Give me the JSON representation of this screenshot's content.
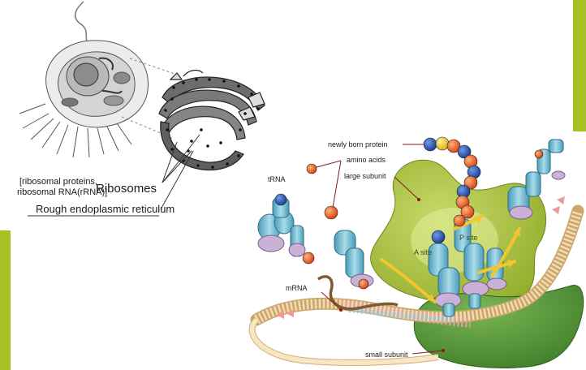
{
  "cell_labels": {
    "ribosome_components_line1": "[ribosomal proteins,",
    "ribosome_components_line2": "ribosomal RNA(rRNA)]",
    "ribosomes": "Ribosomes",
    "rough_er": "Rough endoplasmic reticulum"
  },
  "translation_labels": {
    "newly_born_protein": "newly born protein",
    "amino_acids": "amino acids",
    "large_subunit": "large subunit",
    "trna": "tRNA",
    "p_site": "P site",
    "a_site": "A site",
    "mrna": "mRNA",
    "small_subunit": "small subunit"
  },
  "colors": {
    "accent_bar": "#a8c023",
    "large_subunit": "#a7bf3c",
    "small_subunit": "#5a9a3a",
    "trna": "#7fc3d8",
    "amino_acid_orange": "#e8521f",
    "amino_acid_blue": "#1f4ea8",
    "amino_acid_yellow": "#f1c232",
    "mrna_strand": "#f0d9a8",
    "arrow": "#f2c72c"
  }
}
